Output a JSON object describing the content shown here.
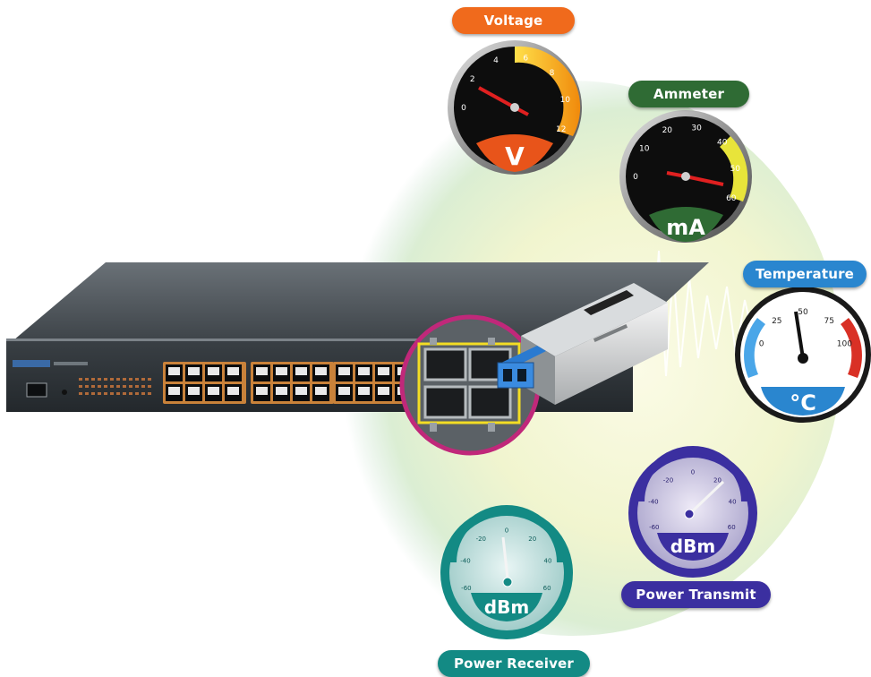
{
  "labels": {
    "voltage": "Voltage",
    "ammeter": "Ammeter",
    "temperature": "Temperature",
    "power_transmit": "Power Transmit",
    "power_receiver": "Power Receiver"
  },
  "gauges": {
    "voltage": {
      "unit": "V",
      "ticks": [
        "0",
        "2",
        "4",
        "6",
        "8",
        "10",
        "12"
      ]
    },
    "ammeter": {
      "unit": "mA",
      "ticks": [
        "0",
        "10",
        "20",
        "30",
        "40",
        "50",
        "60"
      ]
    },
    "temperature": {
      "unit": "°C",
      "ticks": [
        "0",
        "25",
        "50",
        "75",
        "100"
      ]
    },
    "transmit": {
      "unit": "dBm",
      "ticks": [
        "-60",
        "-40",
        "-20",
        "0",
        "20",
        "40",
        "60"
      ]
    },
    "receiver": {
      "unit": "dBm",
      "ticks": [
        "-60",
        "-40",
        "-20",
        "0",
        "20",
        "40",
        "60"
      ]
    }
  },
  "colors": {
    "voltage": "#f06a1c",
    "ammeter": "#2f6b34",
    "temperature": "#2a86cf",
    "transmit": "#3b2fa0",
    "receiver": "#138a84"
  }
}
